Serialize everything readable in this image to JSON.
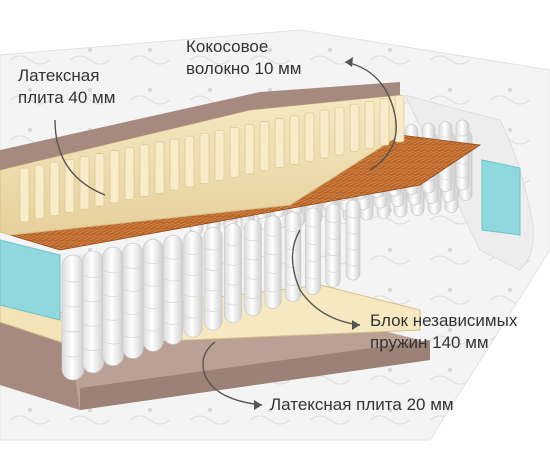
{
  "labels": {
    "latex_top": {
      "line1": "Латексная",
      "line2": "плита 40 мм"
    },
    "coconut": {
      "line1": "Кокосовое",
      "line2": "волокно 10 мм"
    },
    "springs": {
      "line1": "Блок независимых",
      "line2": "пружин 140 мм"
    },
    "latex_bottom": {
      "text": "Латексная плита  20 мм"
    }
  },
  "colors": {
    "cover": "#f4f4f4",
    "latex": "#f3e3b6",
    "latex_shadow": "#e2cc94",
    "coconut": "#b8662a",
    "foam_edge": "#8ed8de",
    "base_brown": "#a68a7f",
    "spring": "#f7f7f7",
    "callout_line": "#555555"
  }
}
